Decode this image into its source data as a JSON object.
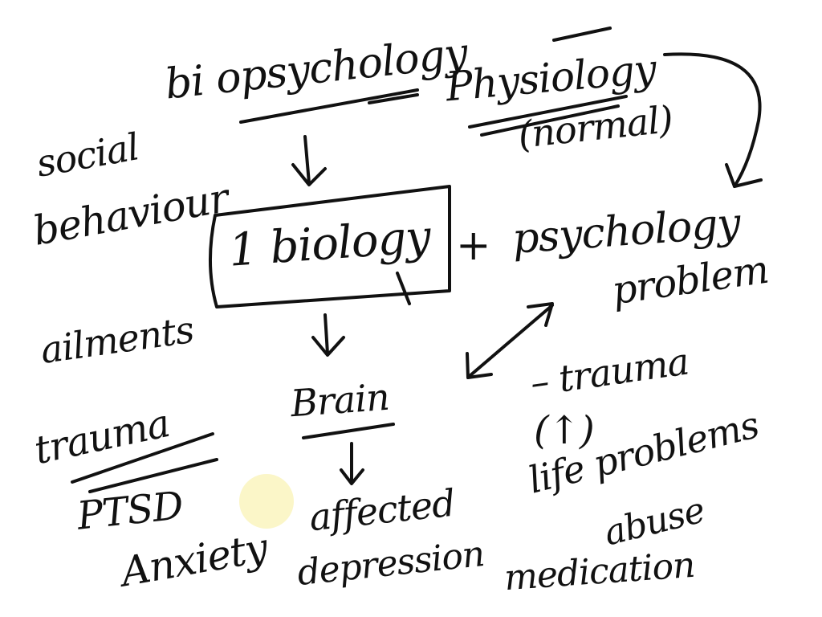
{
  "labels": {
    "biopsychology": "bi opsychology",
    "physiology": "Physiology",
    "normal": "(normal)",
    "social": "social",
    "behaviour": "behaviour",
    "biology": "1 biology",
    "plus": "+",
    "psychology": "psychology",
    "problem": "problem",
    "ailments": "ailments",
    "brain": "Brain",
    "trauma_left": "trauma",
    "trauma_right": "– trauma",
    "up_arrow": "(↑)",
    "ptsd": "PTSD",
    "anxiety": "Anxiety",
    "affected": "affected",
    "depression": "depression",
    "life_problems": "life problems",
    "abuse": "abuse",
    "medication": "medication"
  },
  "colors": {
    "ink": "#111111",
    "background": "#ffffff",
    "pointer": "#fbf6c8"
  }
}
